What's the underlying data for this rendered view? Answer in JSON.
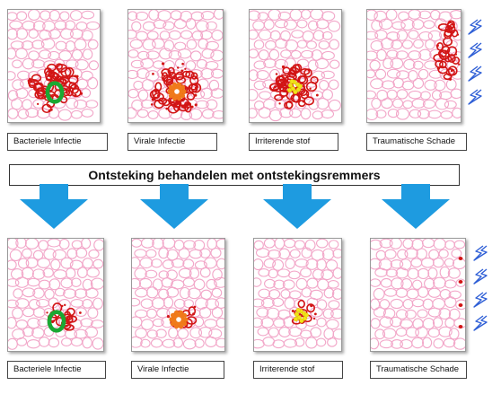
{
  "banner": {
    "text": "Ontsteking behandelen met ontstekingsremmers"
  },
  "before": [
    {
      "label": "Bacteriele Infectie",
      "agent_color": "#1aa832",
      "agent_shape": "ring"
    },
    {
      "label": "Virale Infectie",
      "agent_color": "#f07a1a",
      "agent_shape": "virus"
    },
    {
      "label": "Irriterende stof",
      "agent_color": "#f2e21b",
      "agent_shape": "particles"
    },
    {
      "label": "Traumatische Schade",
      "agent_color": "#2f5fd6",
      "agent_shape": "lightning"
    }
  ],
  "after": [
    {
      "label": "Bacteriele Infectie",
      "agent_color": "#1aa832",
      "agent_shape": "ring"
    },
    {
      "label": "Virale Infectie",
      "agent_color": "#f07a1a",
      "agent_shape": "virus"
    },
    {
      "label": "Irriterende stof",
      "agent_color": "#f2e21b",
      "agent_shape": "particles"
    },
    {
      "label": "Traumatische Schade",
      "agent_color": "#2f5fd6",
      "agent_shape": "lightning"
    }
  ],
  "colors": {
    "healthy_cell": "#f2a6c8",
    "inflamed_cell": "#d21515",
    "arrow": "#1e9be0"
  }
}
